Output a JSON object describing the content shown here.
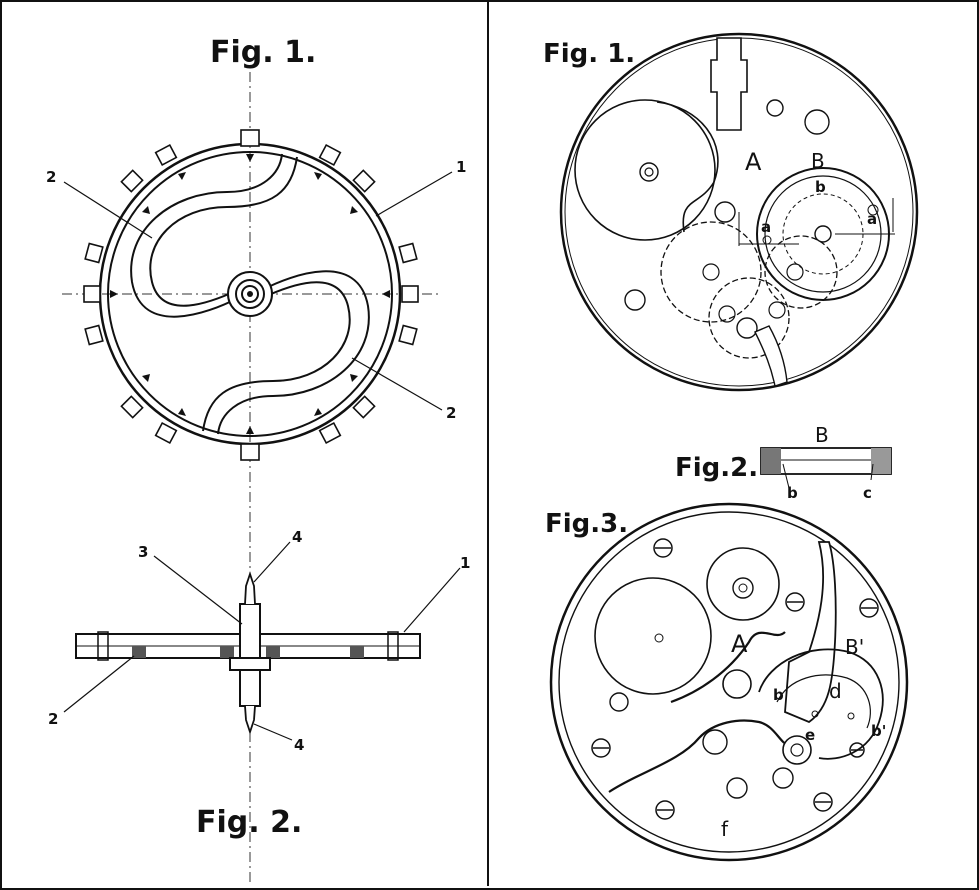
{
  "left": {
    "fig1_title": "Fig. 1.",
    "fig2_title": "Fig. 2.",
    "fig1_labels": [
      "2",
      "1",
      "2"
    ],
    "fig2_labels": [
      "3",
      "4",
      "1",
      "2",
      "4"
    ]
  },
  "right": {
    "fig1_title": "Fig. 1.",
    "fig2_title": "Fig.2.",
    "fig3_title": "Fig.3.",
    "fig1_labels": [
      "A",
      "B",
      "b",
      "a",
      "a"
    ],
    "fig2_labels": [
      "B",
      "b",
      "c"
    ],
    "fig3_labels": [
      "A",
      "B'",
      "b",
      "d",
      "b'",
      "e",
      "f"
    ]
  },
  "colors": {
    "ink": "#111111",
    "paper": "#ffffff"
  }
}
